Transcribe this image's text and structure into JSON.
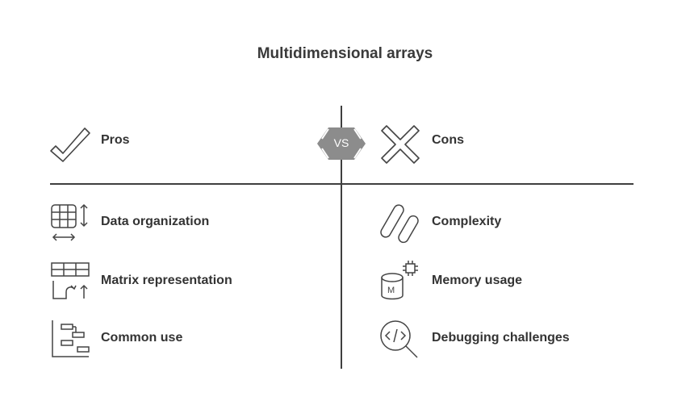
{
  "title": "Multidimensional arrays",
  "vs_label": "VS",
  "pros": {
    "heading": "Pros",
    "icon": "checkmark-icon",
    "items": [
      {
        "label": "Data organization",
        "icon": "table-arrows-icon"
      },
      {
        "label": "Matrix representation",
        "icon": "matrix-icon"
      },
      {
        "label": "Common use",
        "icon": "hierarchy-icon"
      }
    ]
  },
  "cons": {
    "heading": "Cons",
    "icon": "cross-icon",
    "items": [
      {
        "label": "Complexity",
        "icon": "pills-icon"
      },
      {
        "label": "Memory usage",
        "icon": "memory-chip-icon"
      },
      {
        "label": "Debugging challenges",
        "icon": "code-search-icon"
      }
    ]
  },
  "colors": {
    "lines": "#3f3f3f",
    "vs_badge": "#8c8c8c",
    "icon_stroke": "#444444"
  }
}
